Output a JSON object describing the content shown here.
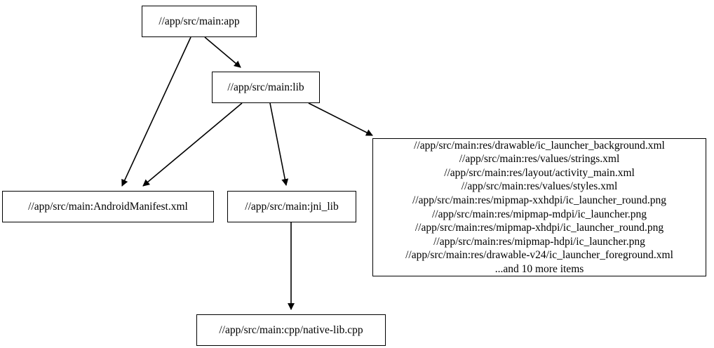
{
  "graph": {
    "type": "dependency-graph",
    "orientation": "top-down",
    "background_color": "#ffffff",
    "node_border_color": "#000000",
    "node_fill_color": "#ffffff",
    "edge_color": "#000000",
    "nodes": [
      {
        "id": "app",
        "label": "//app/src/main:app"
      },
      {
        "id": "lib",
        "label": "//app/src/main:lib"
      },
      {
        "id": "manifest",
        "label": "//app/src/main:AndroidManifest.xml"
      },
      {
        "id": "jni_lib",
        "label": "//app/src/main:jni_lib"
      },
      {
        "id": "res_group",
        "label": "//app/src/main:res/drawable/ic_launcher_background.xml\n//app/src/main:res/values/strings.xml\n//app/src/main:res/layout/activity_main.xml\n//app/src/main:res/values/styles.xml\n//app/src/main:res/mipmap-xxhdpi/ic_launcher_round.png\n//app/src/main:res/mipmap-mdpi/ic_launcher.png\n//app/src/main:res/mipmap-xhdpi/ic_launcher_round.png\n//app/src/main:res/mipmap-hdpi/ic_launcher.png\n//app/src/main:res/drawable-v24/ic_launcher_foreground.xml\n...and 10 more items",
        "lines": [
          "//app/src/main:res/drawable/ic_launcher_background.xml",
          "//app/src/main:res/values/strings.xml",
          "//app/src/main:res/layout/activity_main.xml",
          "//app/src/main:res/values/styles.xml",
          "//app/src/main:res/mipmap-xxhdpi/ic_launcher_round.png",
          "//app/src/main:res/mipmap-mdpi/ic_launcher.png",
          "//app/src/main:res/mipmap-xhdpi/ic_launcher_round.png",
          "//app/src/main:res/mipmap-hdpi/ic_launcher.png",
          "//app/src/main:res/drawable-v24/ic_launcher_foreground.xml",
          "...and 10 more items"
        ]
      },
      {
        "id": "cpp",
        "label": "//app/src/main:cpp/native-lib.cpp"
      }
    ],
    "edges": [
      {
        "from": "app",
        "to": "lib"
      },
      {
        "from": "app",
        "to": "manifest"
      },
      {
        "from": "lib",
        "to": "manifest"
      },
      {
        "from": "lib",
        "to": "jni_lib"
      },
      {
        "from": "lib",
        "to": "res_group"
      },
      {
        "from": "jni_lib",
        "to": "cpp"
      }
    ]
  }
}
